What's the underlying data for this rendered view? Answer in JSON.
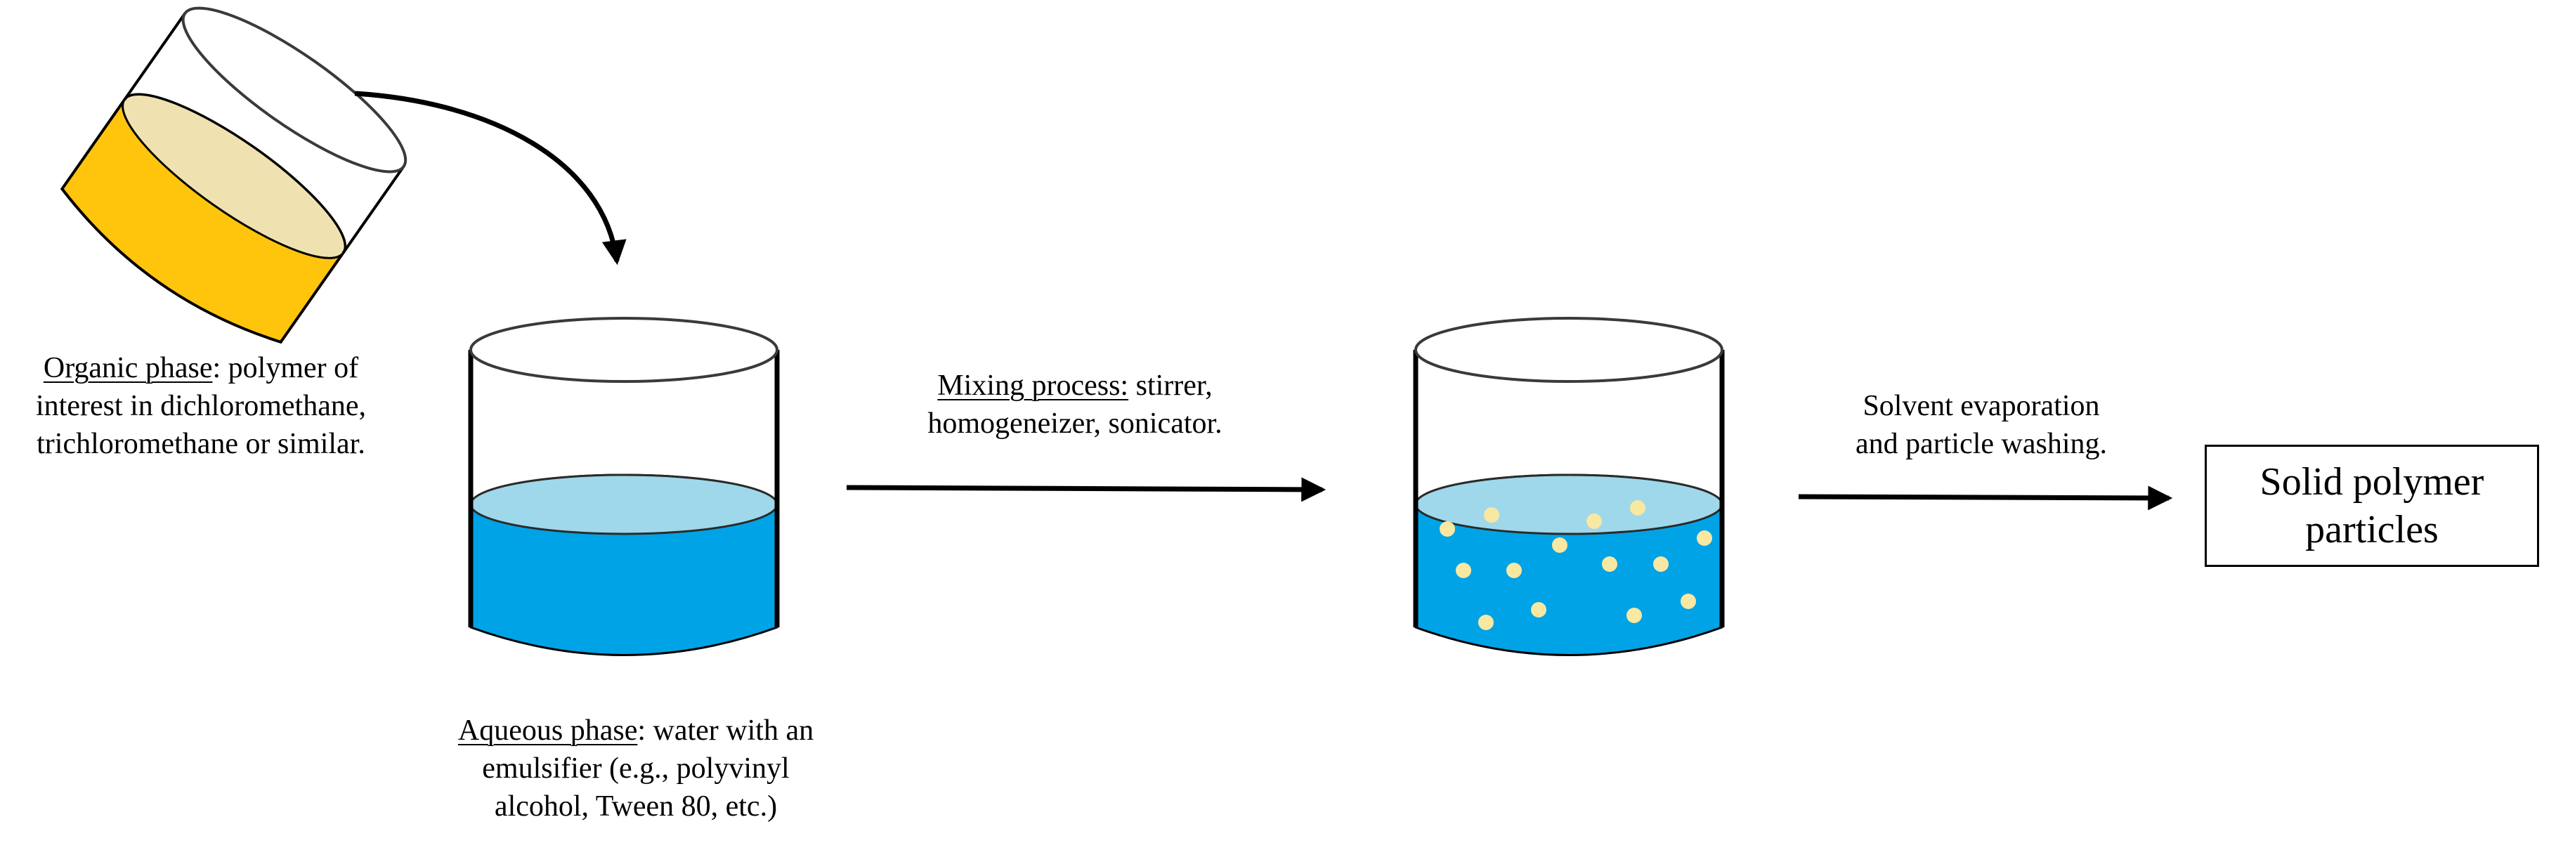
{
  "organic_phase": {
    "term": "Organic phase",
    "line1_rest": ": polymer of",
    "line2": "interest in dichloromethane,",
    "line3": "trichloromethane or similar."
  },
  "aqueous_phase": {
    "term": "Aqueous phase",
    "line1_rest": ": water with an",
    "line2": "emulsifier (e.g., polyvinyl",
    "line3": "alcohol, Tween 80, etc.)"
  },
  "mixing_process": {
    "term": "Mixing process:",
    "line1_rest": " stirrer,",
    "line2": "homogeneizer, sonicator."
  },
  "solvent_step": {
    "line1": "Solvent evaporation",
    "line2": "and particle washing."
  },
  "result": {
    "line1": "Solid polymer",
    "line2": "particles"
  },
  "colors": {
    "organic_liquid": "#FFC50D",
    "organic_surface": "#EFE2B0",
    "aqueous_liquid": "#00A3E6",
    "aqueous_surface": "#9FD8EA",
    "particle": "#F8E8A2",
    "outline": "#000000",
    "vessel_rim": "#3A3A3A"
  }
}
